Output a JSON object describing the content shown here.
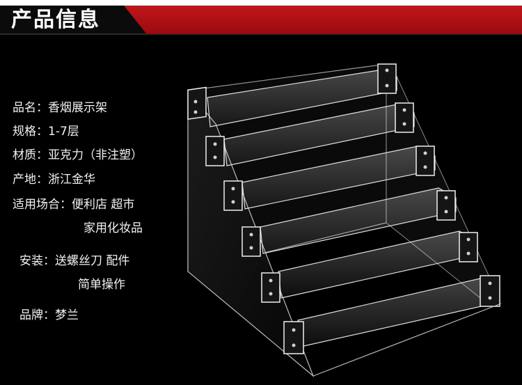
{
  "header": {
    "title": "产品信息"
  },
  "specs": {
    "name": {
      "label": "品名：",
      "value": "香烟展示架"
    },
    "size": {
      "label": "规格：",
      "value": "1-7层"
    },
    "material": {
      "label": "材质：",
      "value": "亚克力（非注塑）"
    },
    "origin": {
      "label": "产地：",
      "value": "浙江金华"
    },
    "usage": {
      "label": "适用场合：",
      "value": "便利店 超市",
      "value2": "家用化妆品"
    },
    "install": {
      "label": "安装：",
      "value": "送螺丝刀 配件",
      "value2": "简单操作"
    },
    "brand": {
      "label": "品牌：",
      "value": "梦兰"
    }
  },
  "colors": {
    "accent": "#c0161a",
    "background": "#000000",
    "text": "#f2f2f2"
  },
  "product_image": {
    "icon": "acrylic-step-shelf-image",
    "tiers": 6
  }
}
